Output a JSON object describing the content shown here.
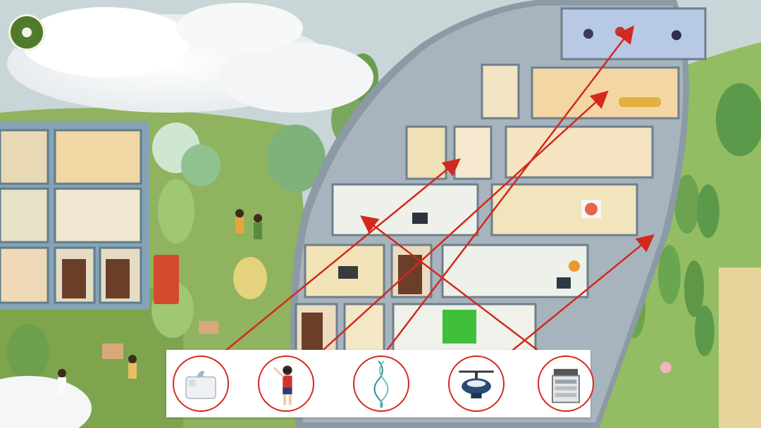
{
  "game": {
    "menu_button_icon": "ring-menu-icon",
    "accent_color": "#d3281d",
    "menu_color": "#4f7a2b"
  },
  "tray": {
    "items": [
      {
        "id": "tissue-box",
        "icon": "tissue-box-icon"
      },
      {
        "id": "vr-girl",
        "icon": "vr-girl-icon"
      },
      {
        "id": "dna-sculpture",
        "icon": "dna-helix-icon"
      },
      {
        "id": "drone",
        "icon": "drone-icon"
      },
      {
        "id": "copy-machine",
        "icon": "printer-icon"
      }
    ]
  }
}
